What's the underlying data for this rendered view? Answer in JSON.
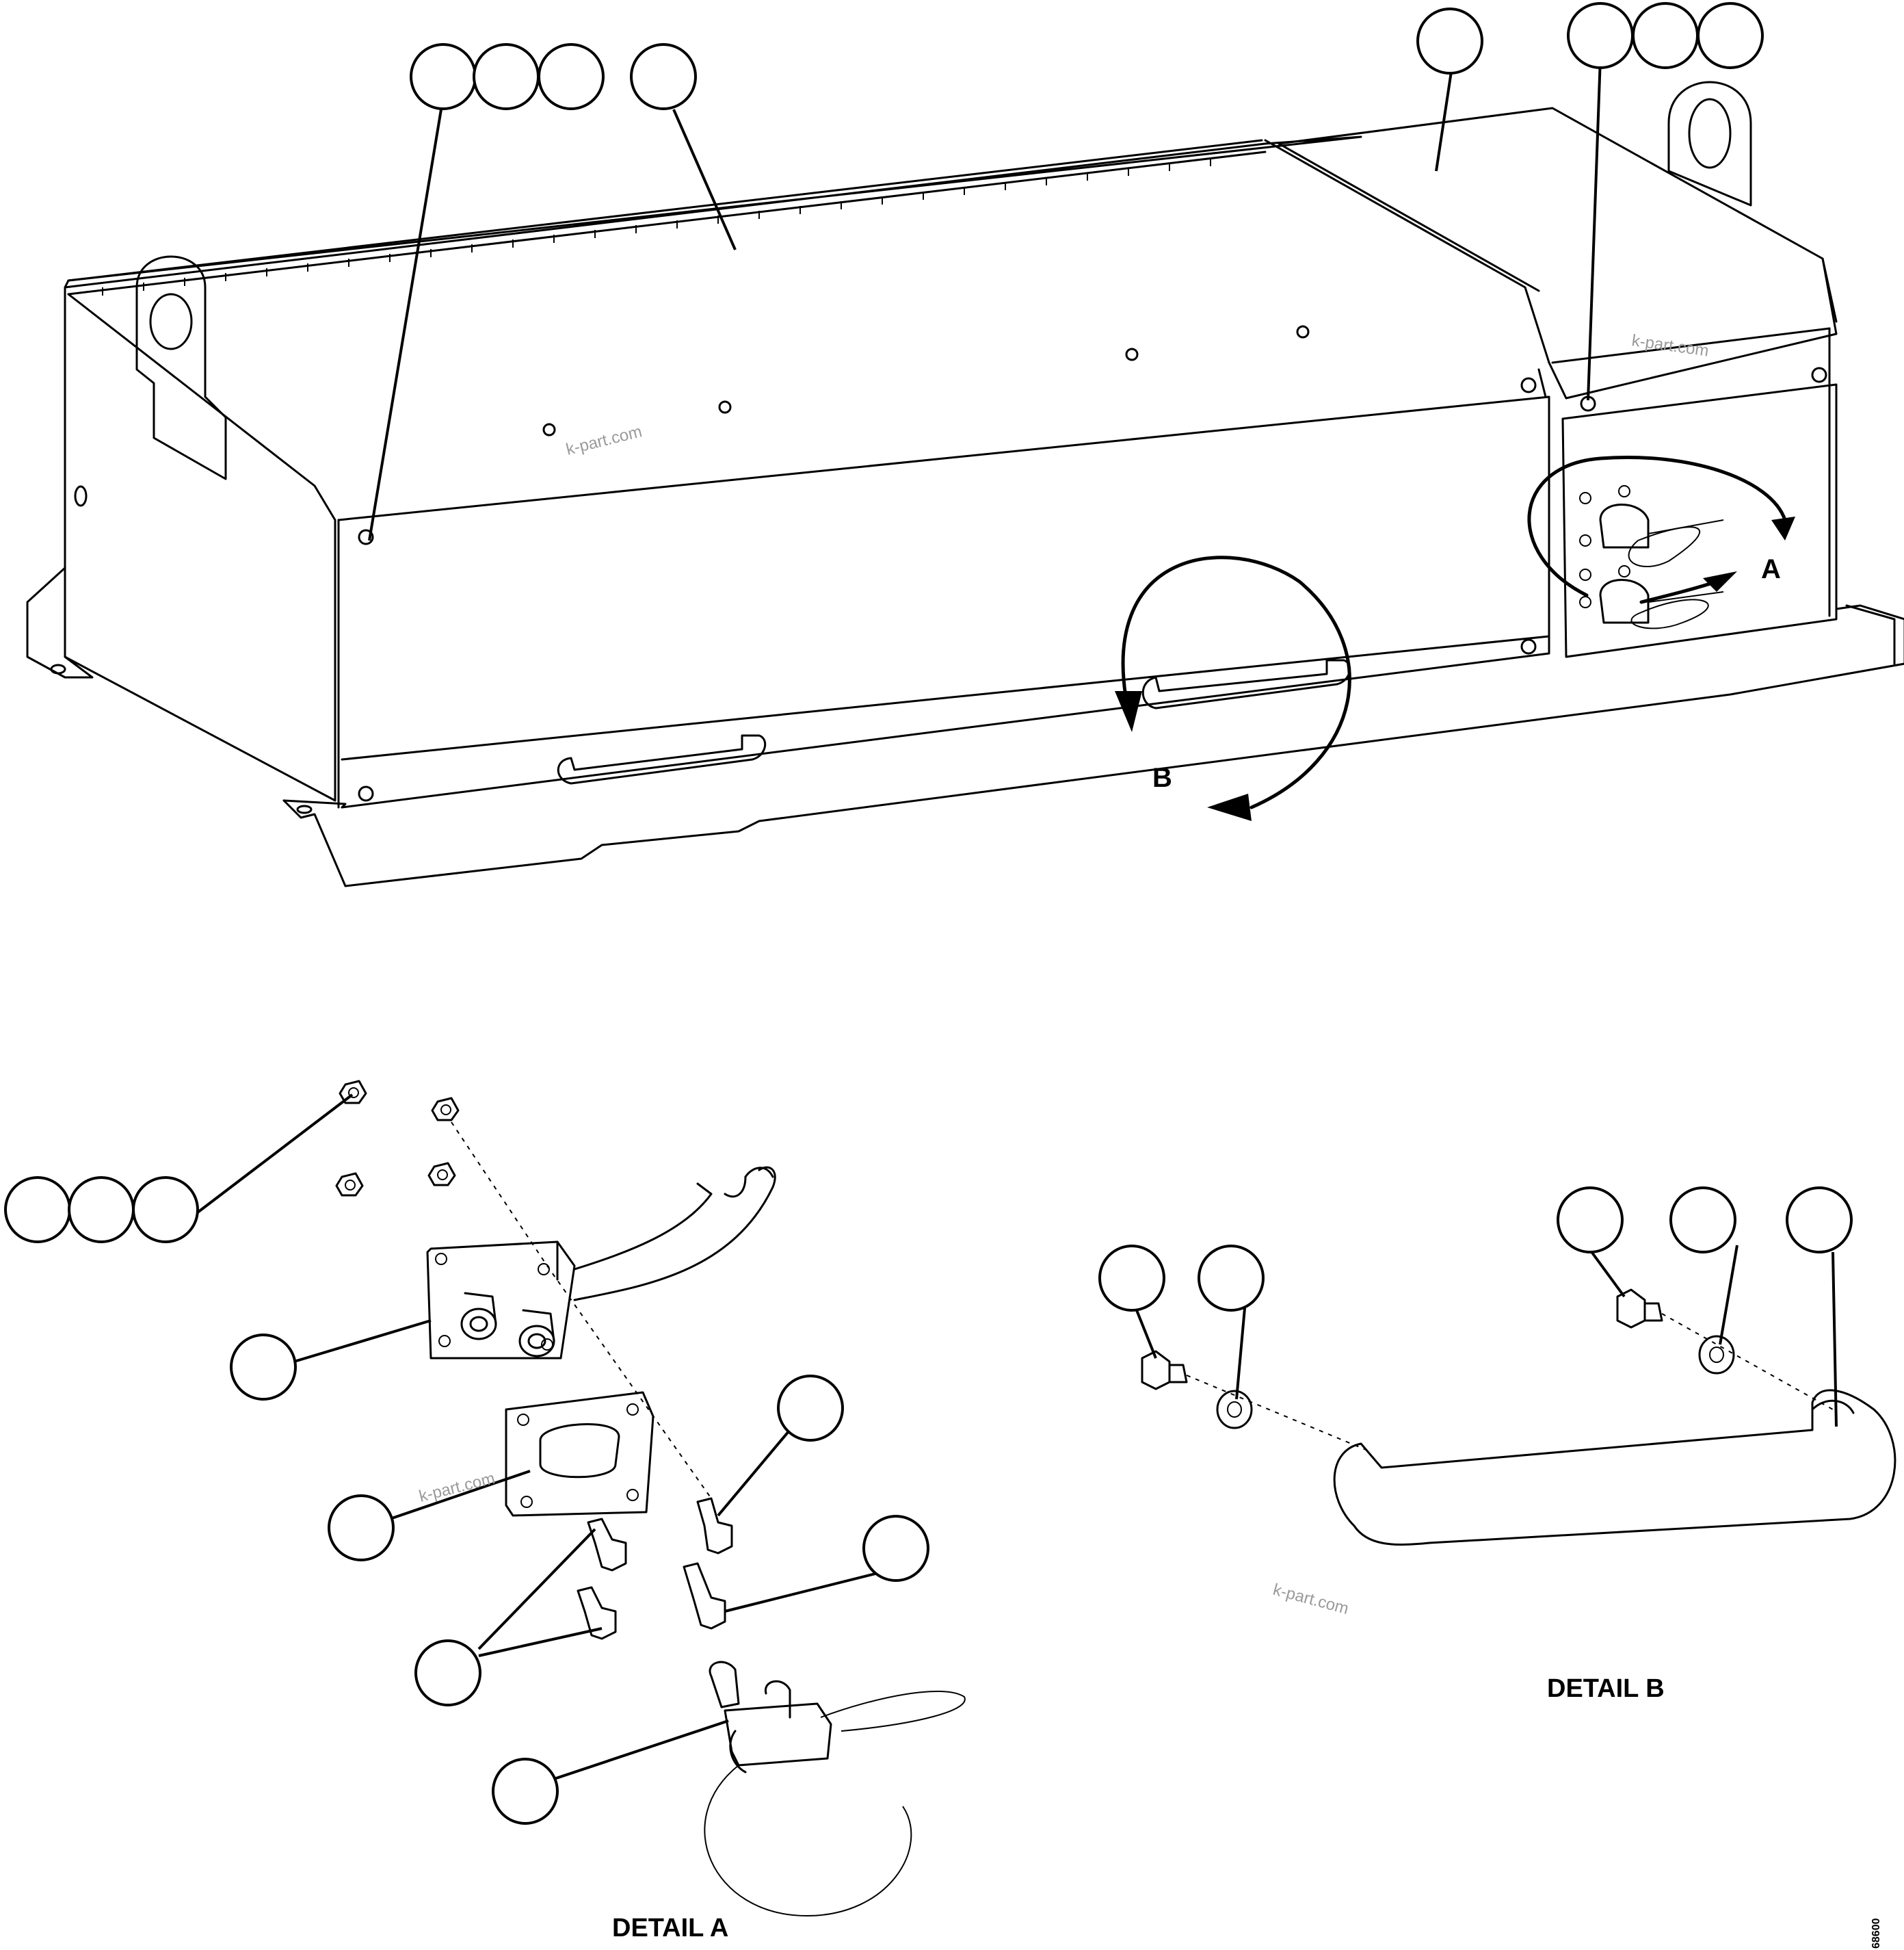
{
  "labels": {
    "detail_a_marker": "A",
    "detail_b_marker": "B",
    "detail_a_title": "DETAIL A",
    "detail_b_title": "DETAIL B",
    "drawing_number": "68600"
  },
  "watermarks": [
    "k-part.com",
    "k-part.com",
    "k-part.com",
    "k-part.com"
  ]
}
